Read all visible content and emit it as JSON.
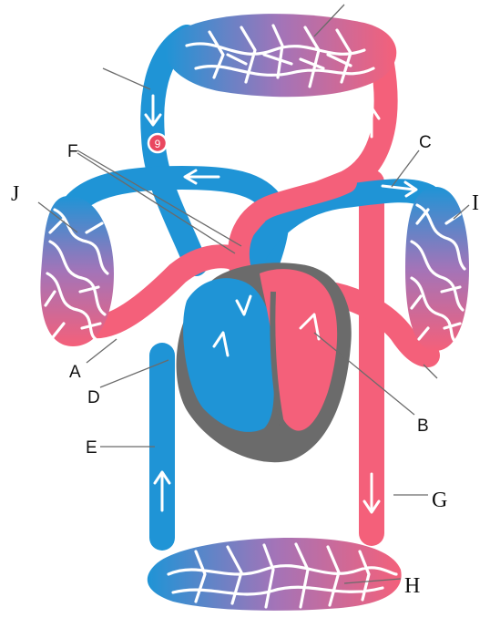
{
  "diagram": {
    "colors": {
      "oxygenated": "#f4607a",
      "deoxygenated": "#1f94d6",
      "heart_wall": "#6b6b6b",
      "capillary_mix": "#a374b8",
      "valve_marker": "#e9475f",
      "leader_line": "#6b6b6b"
    },
    "labels": {
      "A": "A",
      "B": "B",
      "C": "C",
      "D": "D",
      "E": "E",
      "F": "F",
      "G": "G",
      "H": "H",
      "I": "I",
      "J": "J"
    },
    "marker": "9"
  }
}
